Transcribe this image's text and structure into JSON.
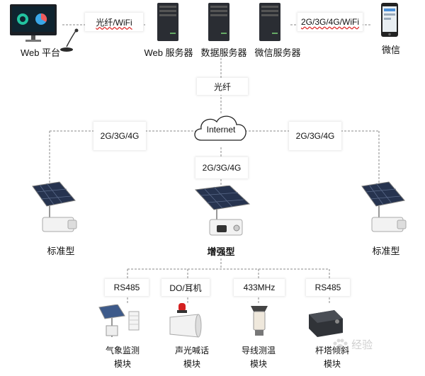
{
  "nodes": {
    "web_platform": "Web 平台",
    "web_server": "Web 服务器",
    "db_server": "数据服务器",
    "wechat_server": "微信服务器",
    "wechat": "微信",
    "link_fiber_top": "光纤/WiFi",
    "link_mobile_top": "2G/3G/4G/WiFi",
    "link_fiber_mid": "光纤",
    "internet": "Internet",
    "link_left": "2G/3G/4G",
    "link_right": "2G/3G/4G",
    "link_center": "2G/3G/4G",
    "device_left": "标准型",
    "device_right": "标准型",
    "device_center": "增强型"
  },
  "interfaces": [
    "RS485",
    "DO/耳机",
    "433MHz",
    "RS485"
  ],
  "modules": [
    {
      "line1": "气象监测",
      "line2": "模块"
    },
    {
      "line1": "声光喊话",
      "line2": "模块"
    },
    {
      "line1": "导线测温",
      "line2": "模块"
    },
    {
      "line1": "杆塔倾斜",
      "line2": "模块"
    }
  ],
  "watermark": "经验"
}
